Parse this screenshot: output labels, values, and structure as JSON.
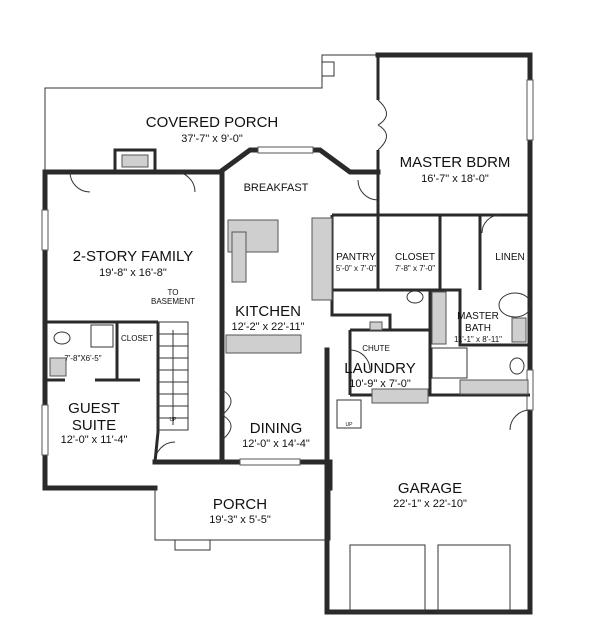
{
  "rooms": {
    "covered_porch": {
      "name": "COVERED PORCH",
      "dim": "37'-7\" x 9'-0\""
    },
    "master_bdrm": {
      "name": "MASTER BDRM",
      "dim": "16'-7\" x 18'-0\""
    },
    "breakfast": {
      "name": "BREAKFAST"
    },
    "family": {
      "name": "2-STORY FAMILY",
      "dim": "19'-8\" x 16'-8\""
    },
    "to_basement": {
      "line1": "TO",
      "line2": "BASEMENT"
    },
    "pantry": {
      "name": "PANTRY",
      "dim": "5'-0\" x 7'-0\""
    },
    "closet_master": {
      "name": "CLOSET",
      "dim": "7'-8\" x 7'-0\""
    },
    "linen": {
      "name": "LINEN"
    },
    "kitchen": {
      "name": "KITCHEN",
      "dim": "12'-2\" x 22'-11\""
    },
    "master_bath": {
      "name1": "MASTER",
      "name2": "BATH",
      "dim": "11'-1\" x 8'-11\""
    },
    "chute": {
      "name": "CHUTE"
    },
    "laundry": {
      "name": "LAUNDRY",
      "dim": "10'-9\" x 7'-0\""
    },
    "guest_bath": {
      "dim": "7'-8\"X6'-5\""
    },
    "closet_guest": {
      "name": "CLOSET"
    },
    "guest_suite": {
      "name1": "GUEST",
      "name2": "SUITE",
      "dim": "12'-0\" x 11'-4\""
    },
    "dining": {
      "name": "DINING",
      "dim": "12'-0\" x 14'-4\""
    },
    "porch": {
      "name": "PORCH",
      "dim": "19'-3\" x 5'-5\""
    },
    "garage": {
      "name": "GARAGE",
      "dim": "22'-1\" x 22'-10\""
    },
    "stair_up": {
      "label": "UP"
    },
    "garage_stair_up": {
      "label": "UP"
    }
  }
}
